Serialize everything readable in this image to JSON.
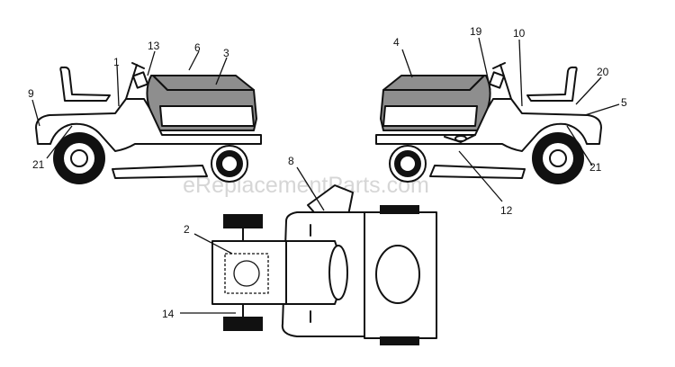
{
  "watermark": "eReplacementParts.com",
  "callouts": {
    "left_view": [
      "1",
      "13",
      "6",
      "3",
      "9",
      "21"
    ],
    "right_view": [
      "4",
      "19",
      "10",
      "20",
      "5",
      "21",
      "12"
    ],
    "top_view": [
      "8",
      "2",
      "14"
    ]
  },
  "colors": {
    "line": "#111111",
    "shade": "#8e8e8e",
    "background": "#ffffff"
  }
}
